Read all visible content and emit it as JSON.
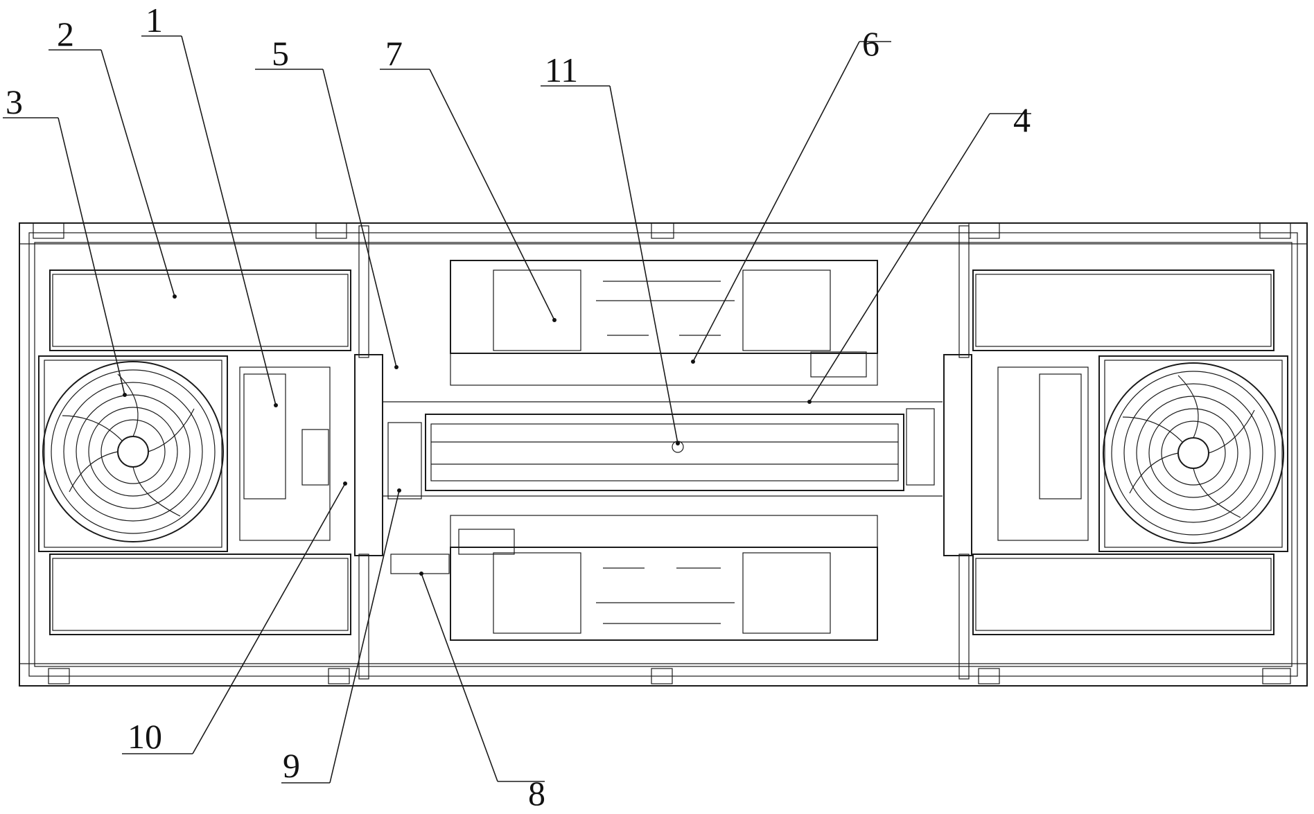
{
  "drawing": {
    "callouts": [
      {
        "id": "1",
        "label": "1"
      },
      {
        "id": "2",
        "label": "2"
      },
      {
        "id": "3",
        "label": "3"
      },
      {
        "id": "4",
        "label": "4"
      },
      {
        "id": "5",
        "label": "5"
      },
      {
        "id": "6",
        "label": "6"
      },
      {
        "id": "7",
        "label": "7"
      },
      {
        "id": "8",
        "label": "8"
      },
      {
        "id": "9",
        "label": "9"
      },
      {
        "id": "10",
        "label": "10"
      },
      {
        "id": "11",
        "label": "11"
      }
    ],
    "line_color": "#1a1a1a",
    "background": "#ffffff"
  }
}
